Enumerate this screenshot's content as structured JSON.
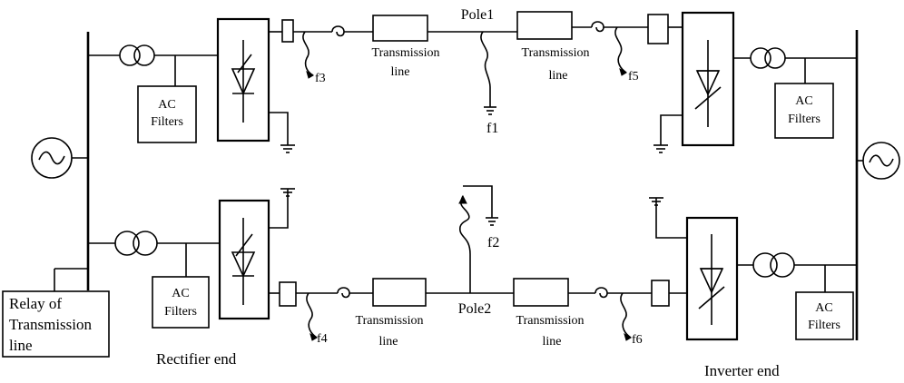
{
  "labels": {
    "pole1": "Pole1",
    "pole2": "Pole2",
    "transmission_line_line1": "Transmission",
    "transmission_line_line2": "line",
    "ac_filters_line1": "AC",
    "ac_filters_line2": "Filters",
    "faults": [
      "f1",
      "f2",
      "f3",
      "f4",
      "f5",
      "f6"
    ],
    "relay_line1": "Relay of",
    "relay_line2": "Transmission",
    "relay_line3": "line",
    "rectifier_end": "Rectifier end",
    "inverter_end": "Inverter end"
  }
}
